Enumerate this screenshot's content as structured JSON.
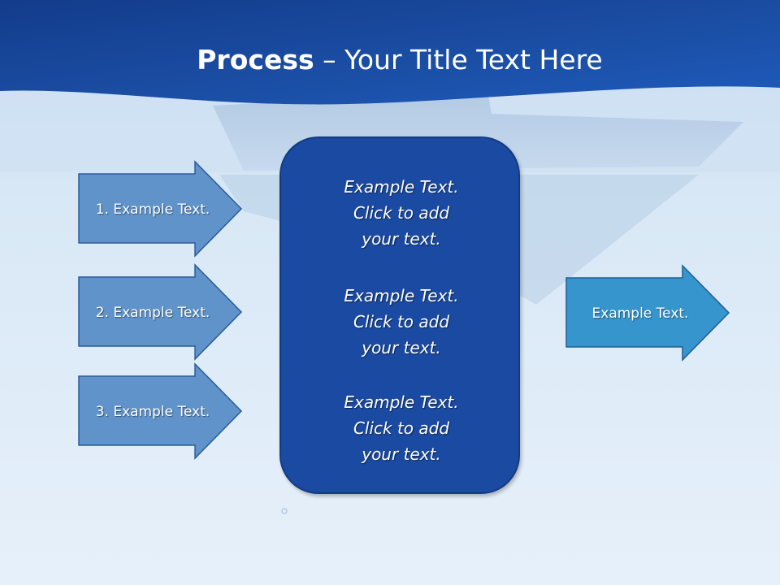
{
  "title": {
    "bold": "Process",
    "rest": " – Your Title Text Here"
  },
  "inputs": [
    {
      "label": "1. Example Text."
    },
    {
      "label": "2. Example Text."
    },
    {
      "label": "3. Example Text."
    }
  ],
  "center_box": [
    {
      "line1": "Example Text.",
      "line2": "Click  to add",
      "line3": "your text."
    },
    {
      "line1": "Example Text.",
      "line2": "Click  to add",
      "line3": "your text."
    },
    {
      "line1": "Example Text.",
      "line2": "Click  to add",
      "line3": "your text."
    }
  ],
  "output": {
    "label": "Example Text."
  },
  "colors": {
    "header_blue": "#1c4ea6",
    "input_arrow": "#5f93c9",
    "output_arrow": "#3695cc",
    "center_box": "#1a4aa1",
    "background": "#e3eef9"
  }
}
